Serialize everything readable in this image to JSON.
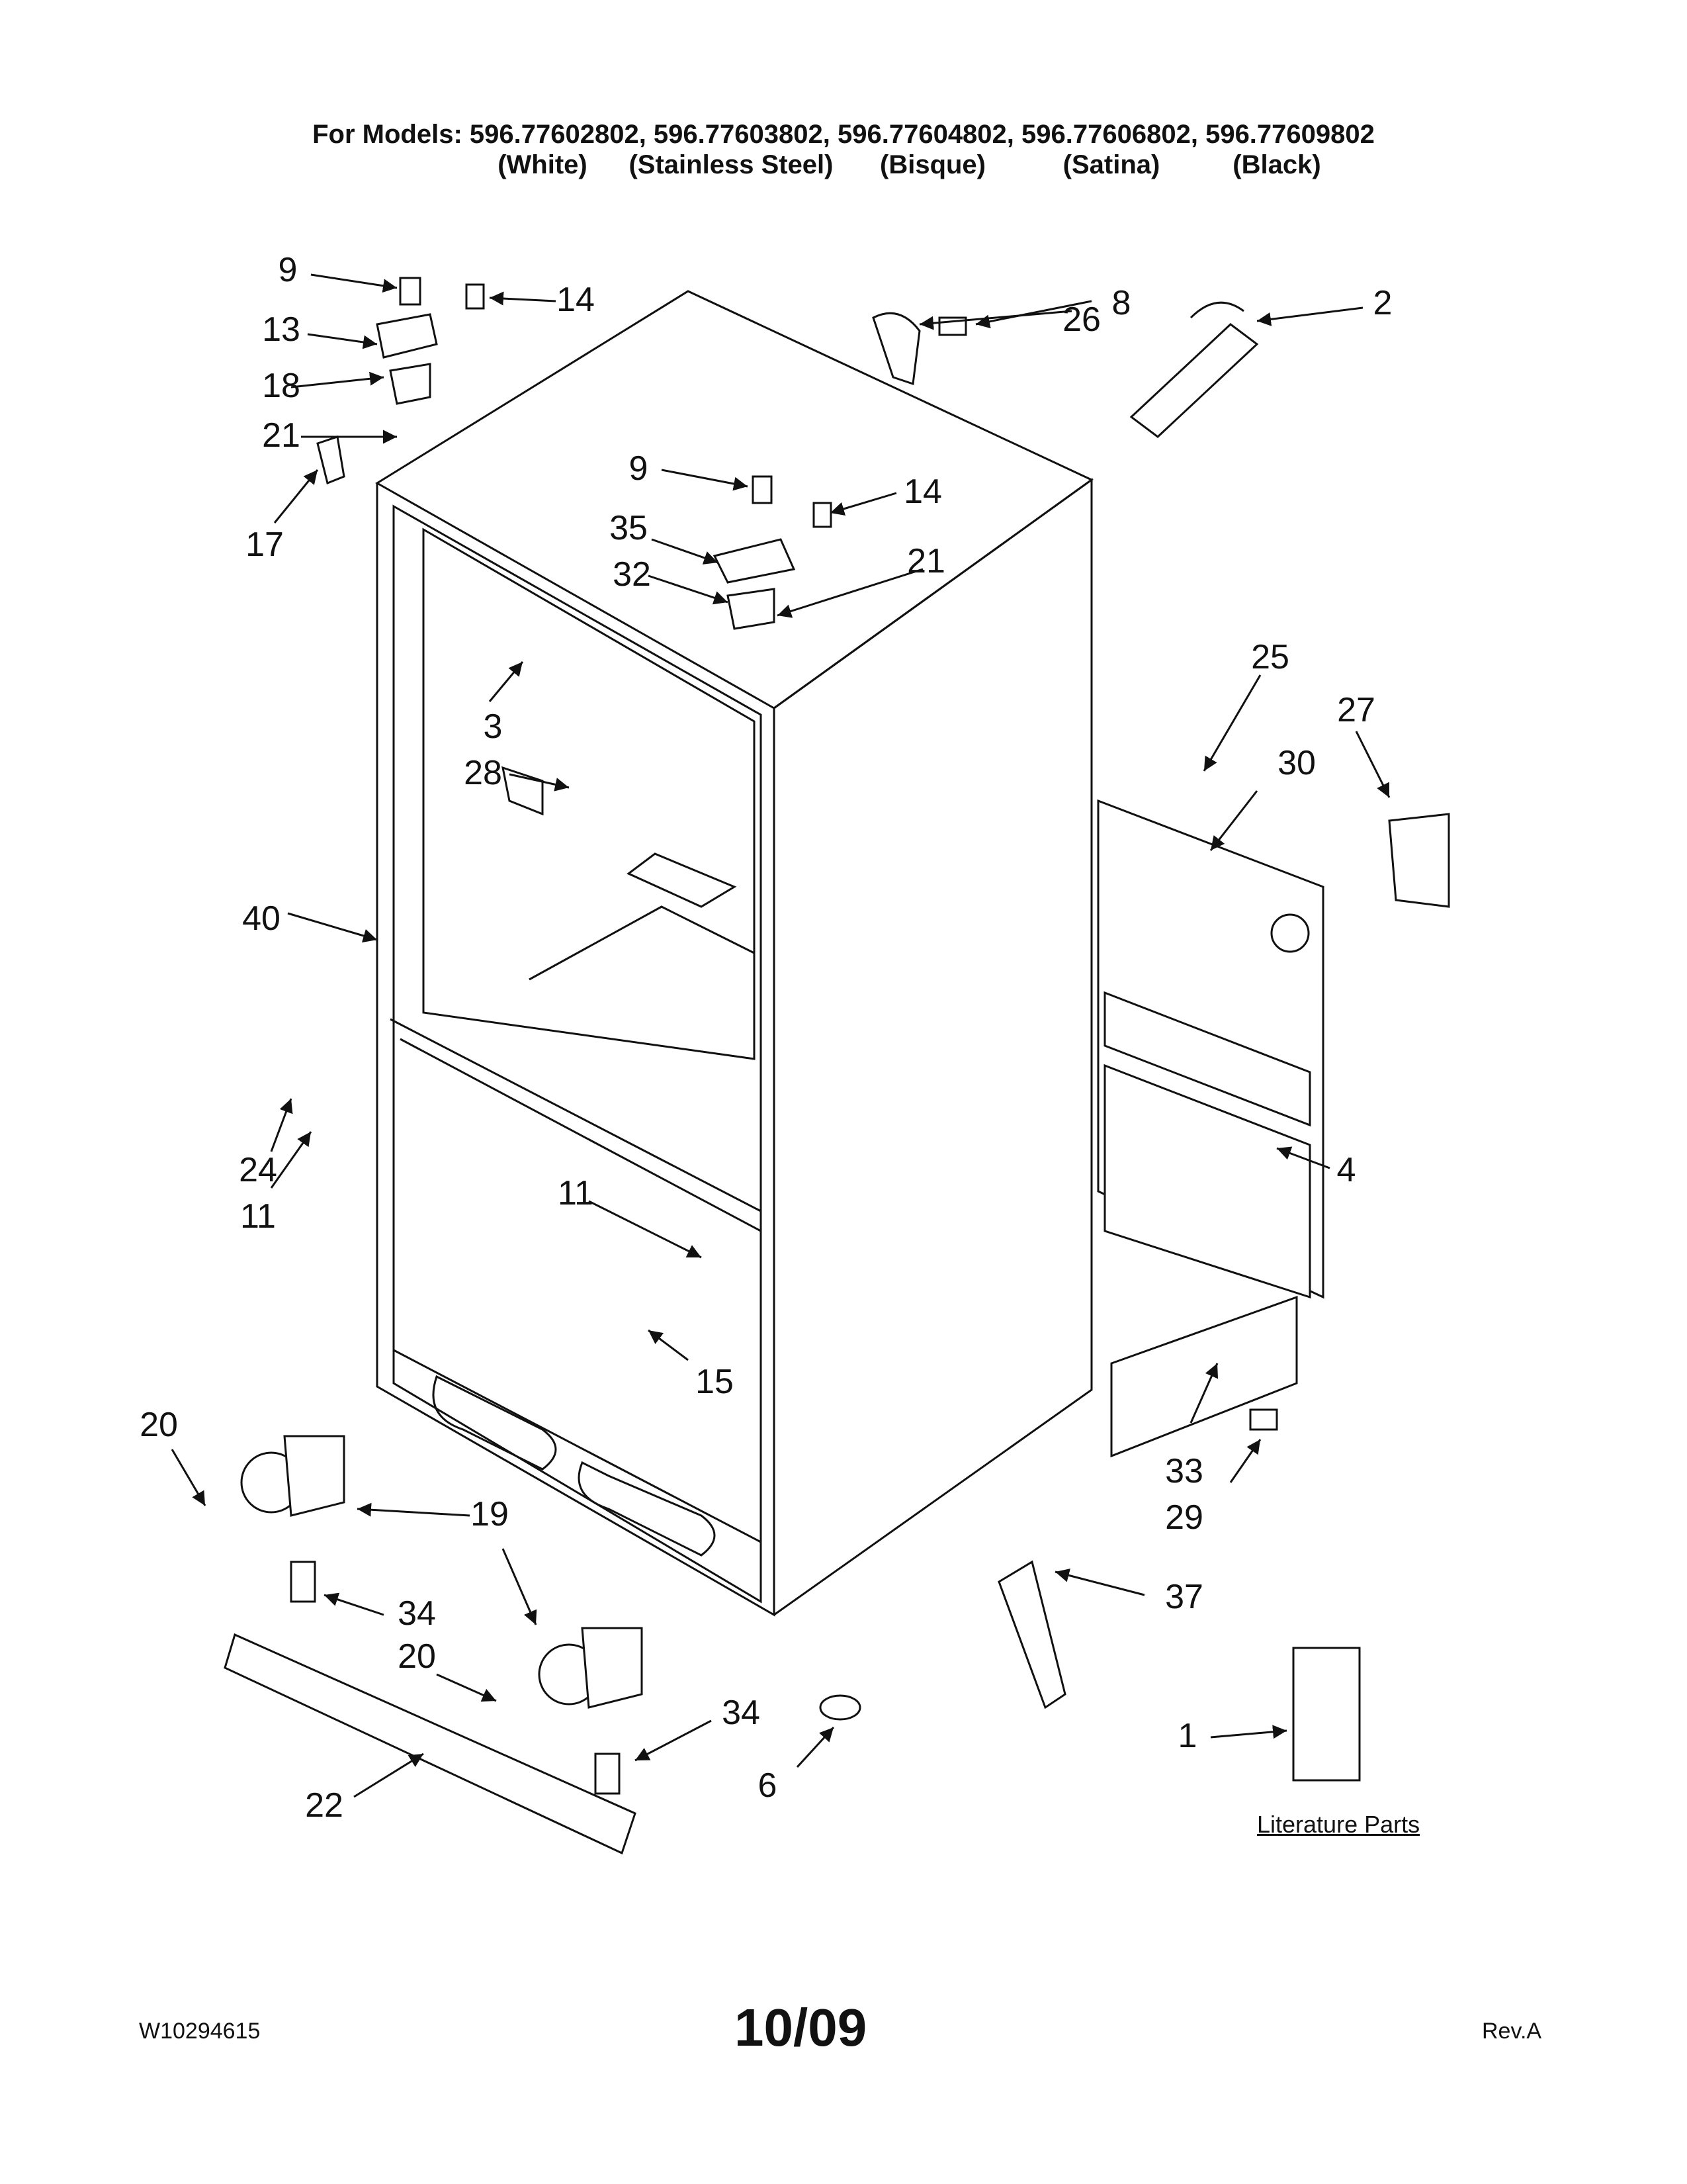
{
  "header": {
    "models_line": "For Models: 596.77602802, 596.77603802, 596.77604802, 596.77606802, 596.77609802",
    "variants": [
      "(White)",
      "(Stainless Steel)",
      "(Bisque)",
      "(Satina)",
      "(Black)"
    ]
  },
  "callouts": {
    "c9a": "9",
    "c14a": "14",
    "c13": "13",
    "c18": "18",
    "c21a": "21",
    "c17": "17",
    "c9b": "9",
    "c14b": "14",
    "c35": "35",
    "c32": "32",
    "c21b": "21",
    "c3": "3",
    "c28": "28",
    "c40": "40",
    "c24": "24",
    "c11a": "11",
    "c11b": "11",
    "c15": "15",
    "c8": "8",
    "c26": "26",
    "c2": "2",
    "c25": "25",
    "c27": "27",
    "c30": "30",
    "c4": "4",
    "c33": "33",
    "c29": "29",
    "c20a": "20",
    "c19": "19",
    "c34a": "34",
    "c20b": "20",
    "c34b": "34",
    "c22": "22",
    "c6": "6",
    "c37": "37",
    "c1": "1"
  },
  "literature_label": "Literature Parts",
  "footer": {
    "doc_number": "W10294615",
    "date": "10/09",
    "revision": "Rev.A"
  }
}
